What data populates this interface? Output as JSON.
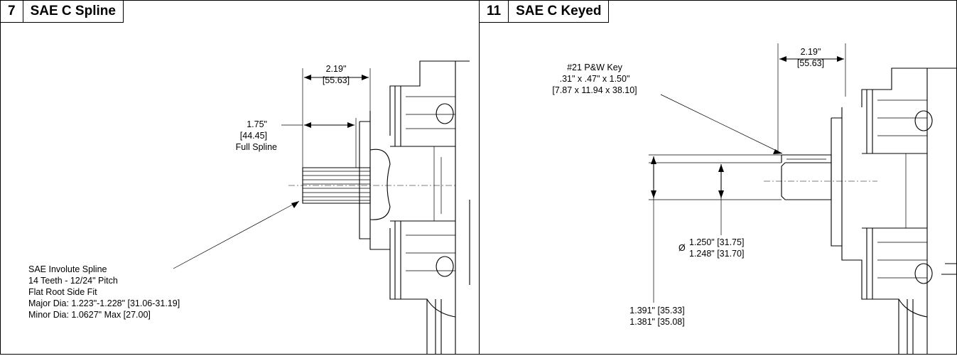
{
  "left": {
    "number": "7",
    "title": "SAE C Spline",
    "dim_top": {
      "inch": "2.19\"",
      "mm": "[55.63]"
    },
    "dim_spline": {
      "inch": "1.75\"",
      "mm": "[44.45]",
      "note": "Full Spline"
    },
    "spline_note": [
      "SAE Involute Spline",
      "14 Teeth - 12/24\" Pitch",
      "Flat Root Side Fit",
      "Major Dia: 1.223\"-1.228\" [31.06-31.19]",
      "Minor Dia: 1.0627\" Max [27.00]"
    ]
  },
  "right": {
    "number": "11",
    "title": "SAE C Keyed",
    "dim_top": {
      "inch": "2.19\"",
      "mm": "[55.63]"
    },
    "key_note": [
      "#21 P&W Key",
      ".31\" x .47\" x 1.50\"",
      "[7.87 x 11.94 x 38.10]"
    ],
    "dia": {
      "symbol": "Ø",
      "upper": "1.250\" [31.75]",
      "lower": "1.248\" [31.70]"
    },
    "height": {
      "upper": "1.391\" [35.33]",
      "lower": "1.381\" [35.08]"
    }
  }
}
